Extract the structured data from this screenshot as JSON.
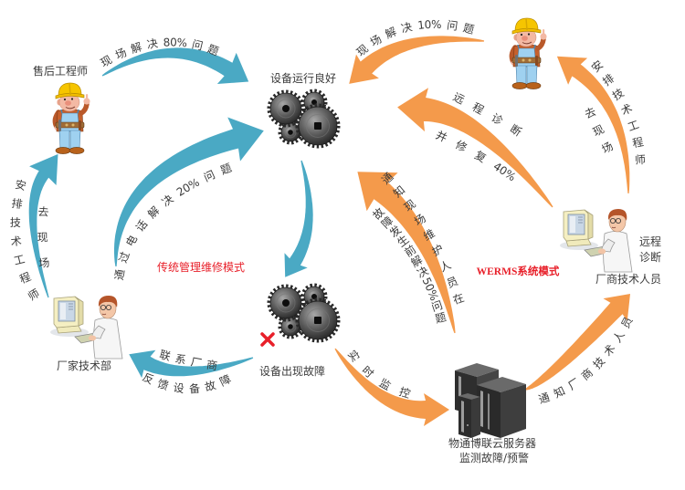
{
  "colors": {
    "traditional_arrow": "#4aa9c4",
    "werms_arrow": "#f49a4b",
    "mode_label": "#e8202a",
    "fault_mark": "#e8202a",
    "label_text": "#3c3c3c"
  },
  "modes": {
    "traditional": {
      "label": "传统管理维修模式"
    },
    "werms": {
      "label": "WERMS系统模式"
    }
  },
  "nodes": {
    "after_sales_engineer": {
      "label": "售后工程师",
      "icon": "engineer-icon"
    },
    "field_engineer": {
      "icon": "engineer-icon"
    },
    "equipment_ok": {
      "label": "设备运行良好",
      "icon": "gears-icon"
    },
    "equipment_fault": {
      "label": "设备出现故障",
      "icon": "gears-icon",
      "status_icon": "red-x-icon"
    },
    "factory_tech_dept": {
      "label": "厂家技术部",
      "icon": "technician-computer-icon"
    },
    "vendor_tech_staff": {
      "label": "厂商技术人员",
      "sub_labels": [
        "远程",
        "诊断"
      ],
      "icon": "technician-computer-icon"
    },
    "cloud_server": {
      "label_lines": [
        "物通博联云服务器",
        "监测故障/预警"
      ],
      "icon": "server-icon"
    }
  },
  "edges": {
    "traditional": [
      {
        "from": "after_sales_engineer",
        "to": "equipment_ok",
        "labels": [
          "现场解决80%问题"
        ]
      },
      {
        "from": "factory_tech_dept",
        "to": "equipment_ok",
        "labels": [
          "通过电话解决20%问题"
        ]
      },
      {
        "from": "factory_tech_dept",
        "to": "after_sales_engineer",
        "labels": [
          "安排技术工程师",
          "去现场"
        ]
      },
      {
        "from": "equipment_ok",
        "to": "equipment_fault",
        "labels": []
      },
      {
        "from": "equipment_fault",
        "to": "factory_tech_dept",
        "labels": [
          "联系厂商",
          "反馈设备故障"
        ]
      }
    ],
    "werms": [
      {
        "from": "field_engineer",
        "to": "equipment_ok",
        "labels": [
          "现场解决10%问题"
        ]
      },
      {
        "from": "vendor_tech_staff",
        "to": "equipment_ok",
        "labels": [
          "远程诊断",
          "并修复40%"
        ]
      },
      {
        "from": "vendor_tech_staff",
        "to": "field_engineer",
        "labels": [
          "安排技术工程师",
          "去现场"
        ]
      },
      {
        "from": "cloud_server",
        "to": "equipment_ok",
        "labels": [
          "通知现场维护人员在",
          "故障发生前解决50%问题"
        ]
      },
      {
        "from": "equipment_fault",
        "to": "cloud_server",
        "labels": [
          "实时监控"
        ]
      },
      {
        "from": "cloud_server",
        "to": "vendor_tech_staff",
        "labels": [
          "通知厂商技术人员"
        ]
      }
    ]
  }
}
